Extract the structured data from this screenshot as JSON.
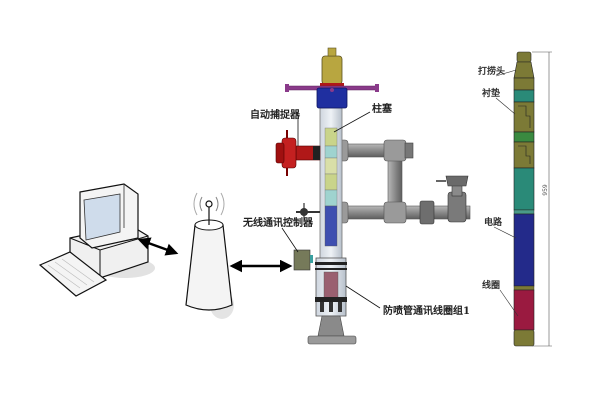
{
  "title": "",
  "labels": {
    "auto_catcher": "自动捕捉器",
    "plunger": "柱塞",
    "wireless_controller": "无线通讯控制器",
    "bop_coil_assembly": "防喷管通讯线圈组1",
    "fishing_head": "打捞头",
    "liner": "衬垫",
    "circuit": "电路",
    "coil": "线圈"
  },
  "dimension": "959",
  "colors": {
    "gold": "#b8a640",
    "blue": "#1f2fa0",
    "red": "#b01818",
    "purple": "#8a3a8a",
    "teal": "#2a8a78",
    "navy": "#232a8a",
    "crimson": "#9a1a40",
    "olive": "#7c7a36",
    "pipe": "#8c8c8c"
  }
}
